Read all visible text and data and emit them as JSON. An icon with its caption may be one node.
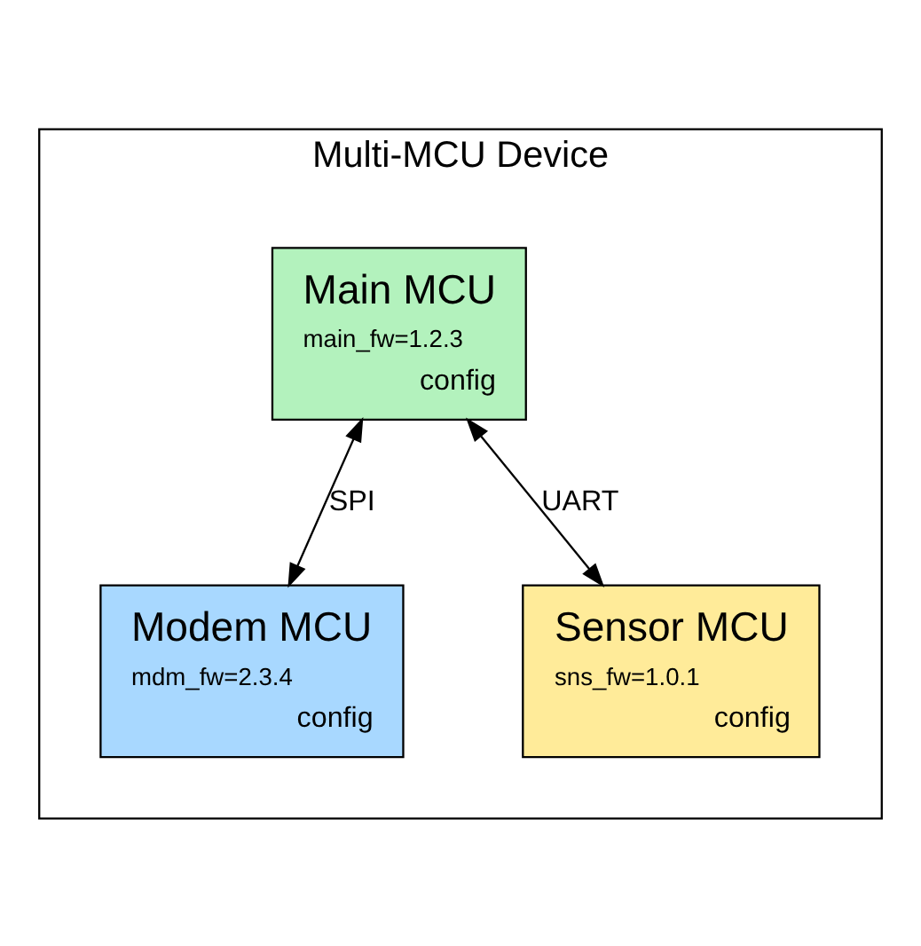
{
  "diagram": {
    "nodes": [
      {
        "text": [
          "Multi-MCU Device"
        ]
      },
      {
        "text": [
          "Main MCU",
          "main_fw=1.2.3",
          "config"
        ],
        "in": 0
      },
      {
        "text": [
          "Modem MCU",
          "mdm_fw=2.3.4",
          "config"
        ],
        "in": 0
      },
      {
        "text": [
          "Sensor MCU",
          "sns_fw=1.0.1",
          "config"
        ],
        "in": 0
      }
    ],
    "edges": [
      {
        "from": 1,
        "to": 2,
        "label": "SPI",
        "arrow": "both"
      },
      {
        "from": 1,
        "to": 3,
        "label": "UART",
        "arrow": "both"
      }
    ]
  }
}
